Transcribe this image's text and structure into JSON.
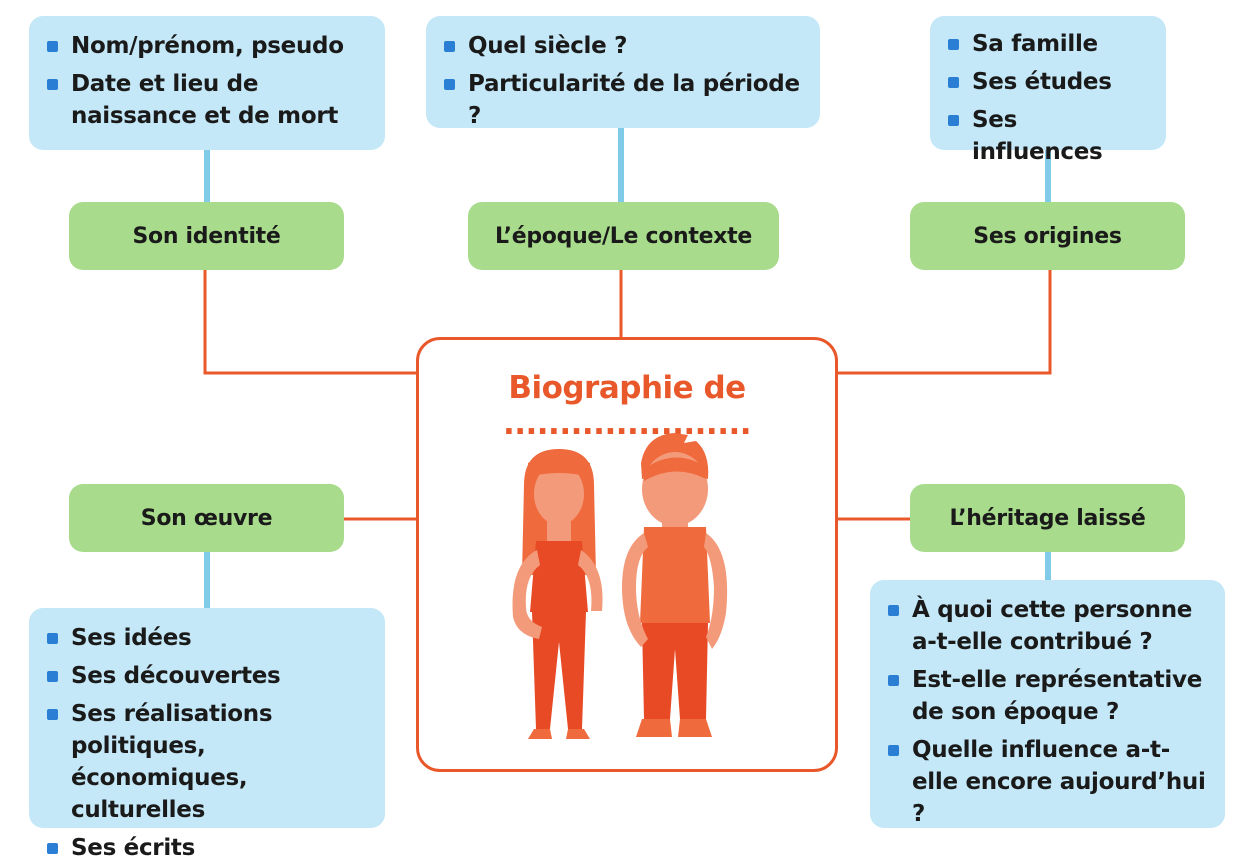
{
  "center": {
    "title": "Biographie de ......................"
  },
  "branches": {
    "identite": {
      "label": "Son identité",
      "items": [
        "Nom/prénom, pseudo",
        "Date et lieu de naissance et de mort"
      ]
    },
    "epoque": {
      "label": "L’époque/Le contexte",
      "items": [
        "Quel siècle ?",
        "Particularité de la période ?"
      ]
    },
    "origines": {
      "label": "Ses origines",
      "items": [
        "Sa famille",
        "Ses études",
        "Ses influences"
      ]
    },
    "oeuvre": {
      "label": "Son œuvre",
      "items": [
        "Ses idées",
        "Ses découvertes",
        "Ses réalisations politiques, économiques, culturelles",
        "Ses écrits"
      ]
    },
    "heritage": {
      "label": "L’héritage laissé",
      "items": [
        "À quoi cette personne a-t-elle contribué ?",
        "Est-elle représentative de son époque ?",
        "Quelle influence a-t-elle encore aujourd’hui ?"
      ]
    }
  },
  "colors": {
    "accent_orange": "#e8582a",
    "label_green": "#a8dc8c",
    "box_blue": "#c4e8f7",
    "bullet_blue": "#2a7fd4",
    "connector_blue": "#7fcbe8"
  }
}
